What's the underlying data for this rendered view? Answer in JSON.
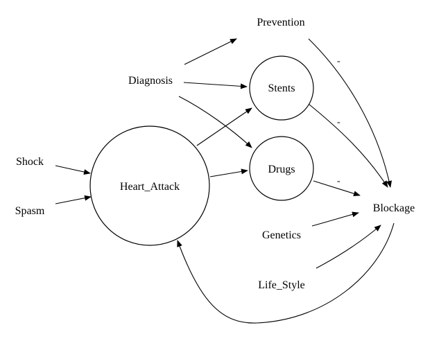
{
  "nodes": [
    {
      "id": "prevention",
      "label": "Prevention",
      "shape": "none"
    },
    {
      "id": "diagnosis",
      "label": "Diagnosis",
      "shape": "none"
    },
    {
      "id": "stents",
      "label": "Stents",
      "shape": "circle"
    },
    {
      "id": "drugs",
      "label": "Drugs",
      "shape": "circle"
    },
    {
      "id": "shock",
      "label": "Shock",
      "shape": "none"
    },
    {
      "id": "spasm",
      "label": "Spasm",
      "shape": "none"
    },
    {
      "id": "heart_attack",
      "label": "Heart_Attack",
      "shape": "circle"
    },
    {
      "id": "genetics",
      "label": "Genetics",
      "shape": "none"
    },
    {
      "id": "life_style",
      "label": "Life_Style",
      "shape": "none"
    },
    {
      "id": "blockage",
      "label": "Blockage",
      "shape": "none"
    }
  ],
  "edges": [
    {
      "from": "diagnosis",
      "to": "prevention",
      "sign": ""
    },
    {
      "from": "diagnosis",
      "to": "stents",
      "sign": ""
    },
    {
      "from": "diagnosis",
      "to": "drugs",
      "sign": ""
    },
    {
      "from": "heart_attack",
      "to": "stents",
      "sign": ""
    },
    {
      "from": "heart_attack",
      "to": "drugs",
      "sign": ""
    },
    {
      "from": "shock",
      "to": "heart_attack",
      "sign": ""
    },
    {
      "from": "spasm",
      "to": "heart_attack",
      "sign": ""
    },
    {
      "from": "prevention",
      "to": "blockage",
      "sign": "-"
    },
    {
      "from": "stents",
      "to": "blockage",
      "sign": "-"
    },
    {
      "from": "drugs",
      "to": "blockage",
      "sign": "-"
    },
    {
      "from": "genetics",
      "to": "blockage",
      "sign": ""
    },
    {
      "from": "life_style",
      "to": "blockage",
      "sign": ""
    },
    {
      "from": "blockage",
      "to": "heart_attack",
      "sign": ""
    }
  ],
  "colors": {
    "stroke": "#000000",
    "background": "#ffffff"
  }
}
